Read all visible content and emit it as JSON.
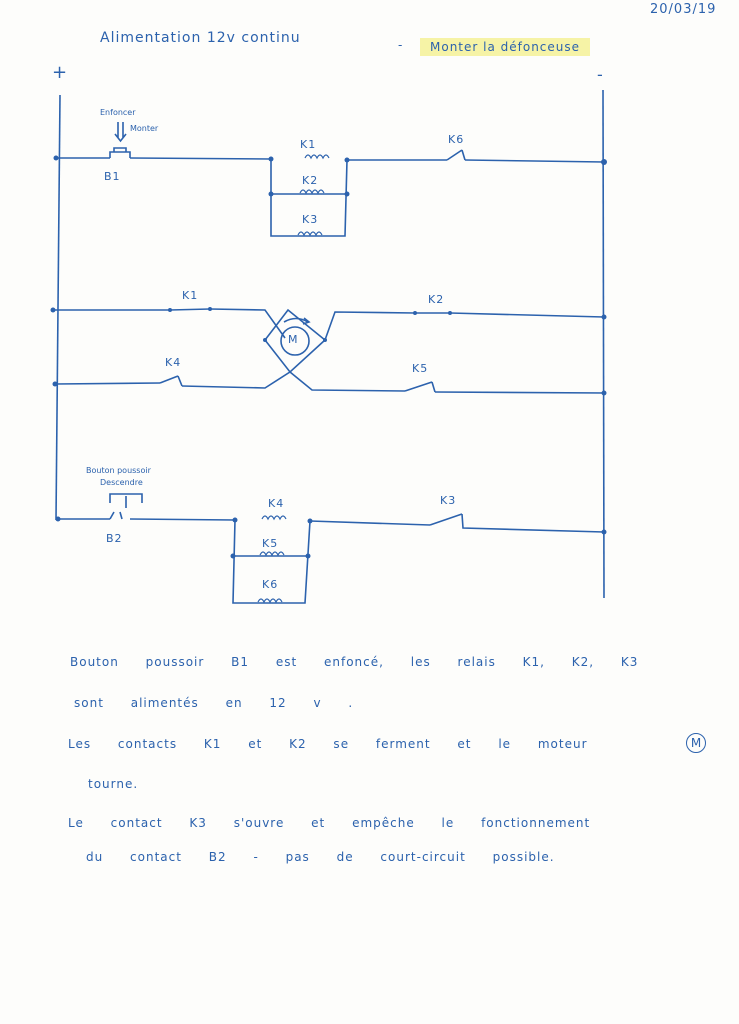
{
  "date": "20/03/19",
  "title": {
    "left": "Alimentation 12v continu",
    "dash": "-",
    "highlight": "Monter la défonceuse"
  },
  "rails": {
    "plus": "+",
    "minus": "-"
  },
  "rung1": {
    "push_hint": "Enfoncer",
    "push_sub": "Monter",
    "button": "B1",
    "coils": [
      "K1",
      "K2",
      "K3"
    ],
    "contact": "K6"
  },
  "rung2": {
    "contact_left": "K1",
    "contact_right": "K2",
    "motor": "M"
  },
  "rung3": {
    "contact_left": "K4",
    "contact_right": "K5"
  },
  "rung4": {
    "button_hint": "Bouton poussoir",
    "button_sub": "Descendre",
    "button": "B2",
    "coils": [
      "K4",
      "K5",
      "K6"
    ],
    "contact": "K3"
  },
  "notes": [
    "Bouton poussoir B1 est enfoncé, les relais K1, K2, K3",
    "sont alimentés en 12 v .",
    "Les contacts K1 et K2 se ferment et le moteur",
    "tourne.",
    "Le contact K3 s'ouvre et empêche le fonctionnement",
    "du contact B2 - pas de court-circuit possible."
  ],
  "notes_motor": "M",
  "colors": {
    "ink": "#2c62ad",
    "highlight": "#f6f3a6",
    "paper": "#fdfdfb"
  }
}
